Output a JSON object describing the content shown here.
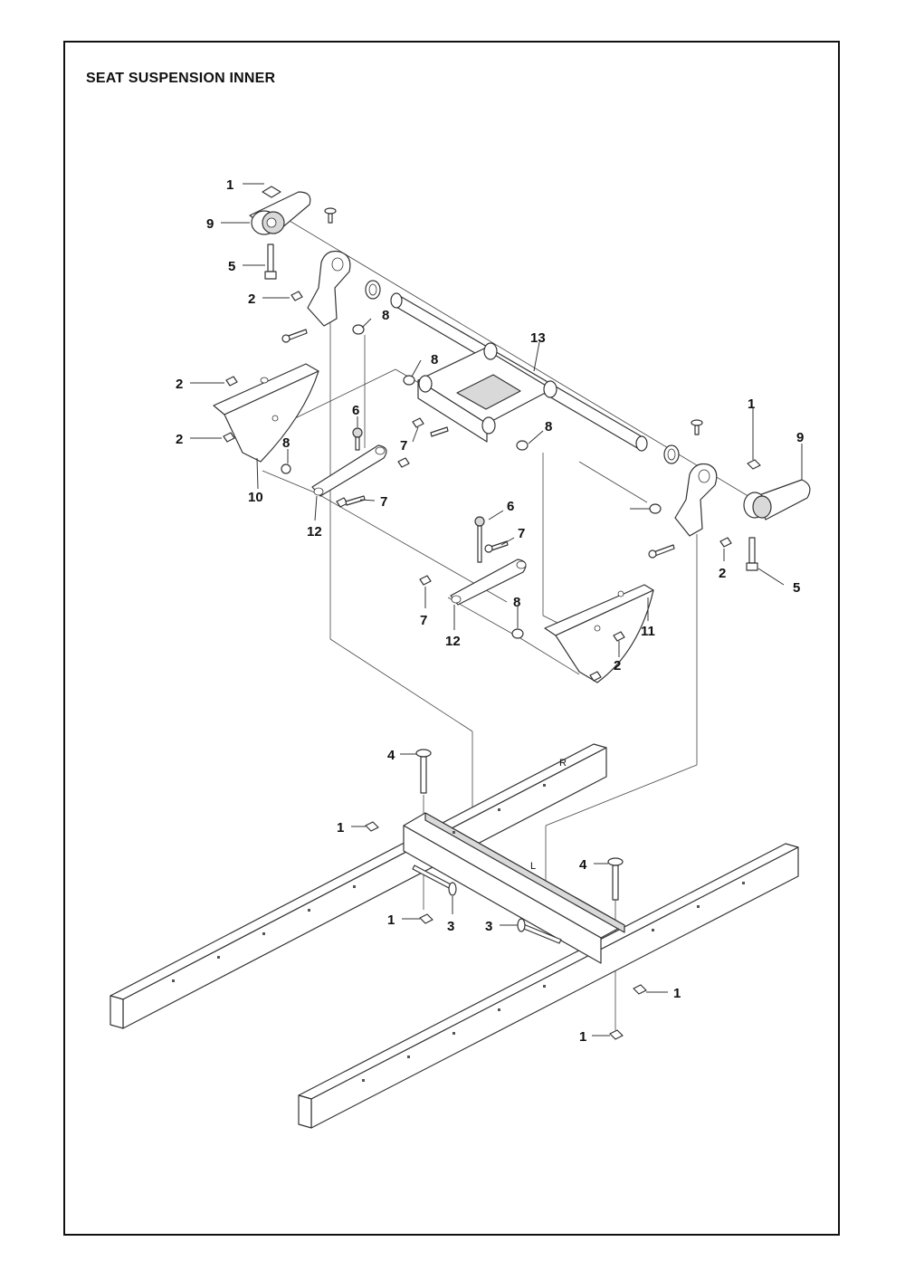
{
  "title": "SEAT SUSPENSION INNER",
  "callouts": [
    "1",
    "9",
    "5",
    "2",
    "8",
    "8",
    "13",
    "2",
    "2",
    "6",
    "7",
    "8",
    "10",
    "7",
    "12",
    "1",
    "9",
    "8",
    "6",
    "7",
    "2",
    "5",
    "7",
    "12",
    "8",
    "11",
    "2",
    "4",
    "1",
    "4",
    "1",
    "3",
    "3",
    "1",
    "1"
  ],
  "frame_marks": [
    "R",
    "L"
  ],
  "colors": {
    "line": "#333333",
    "shade": "#d9d9d9",
    "border": "#111111"
  }
}
